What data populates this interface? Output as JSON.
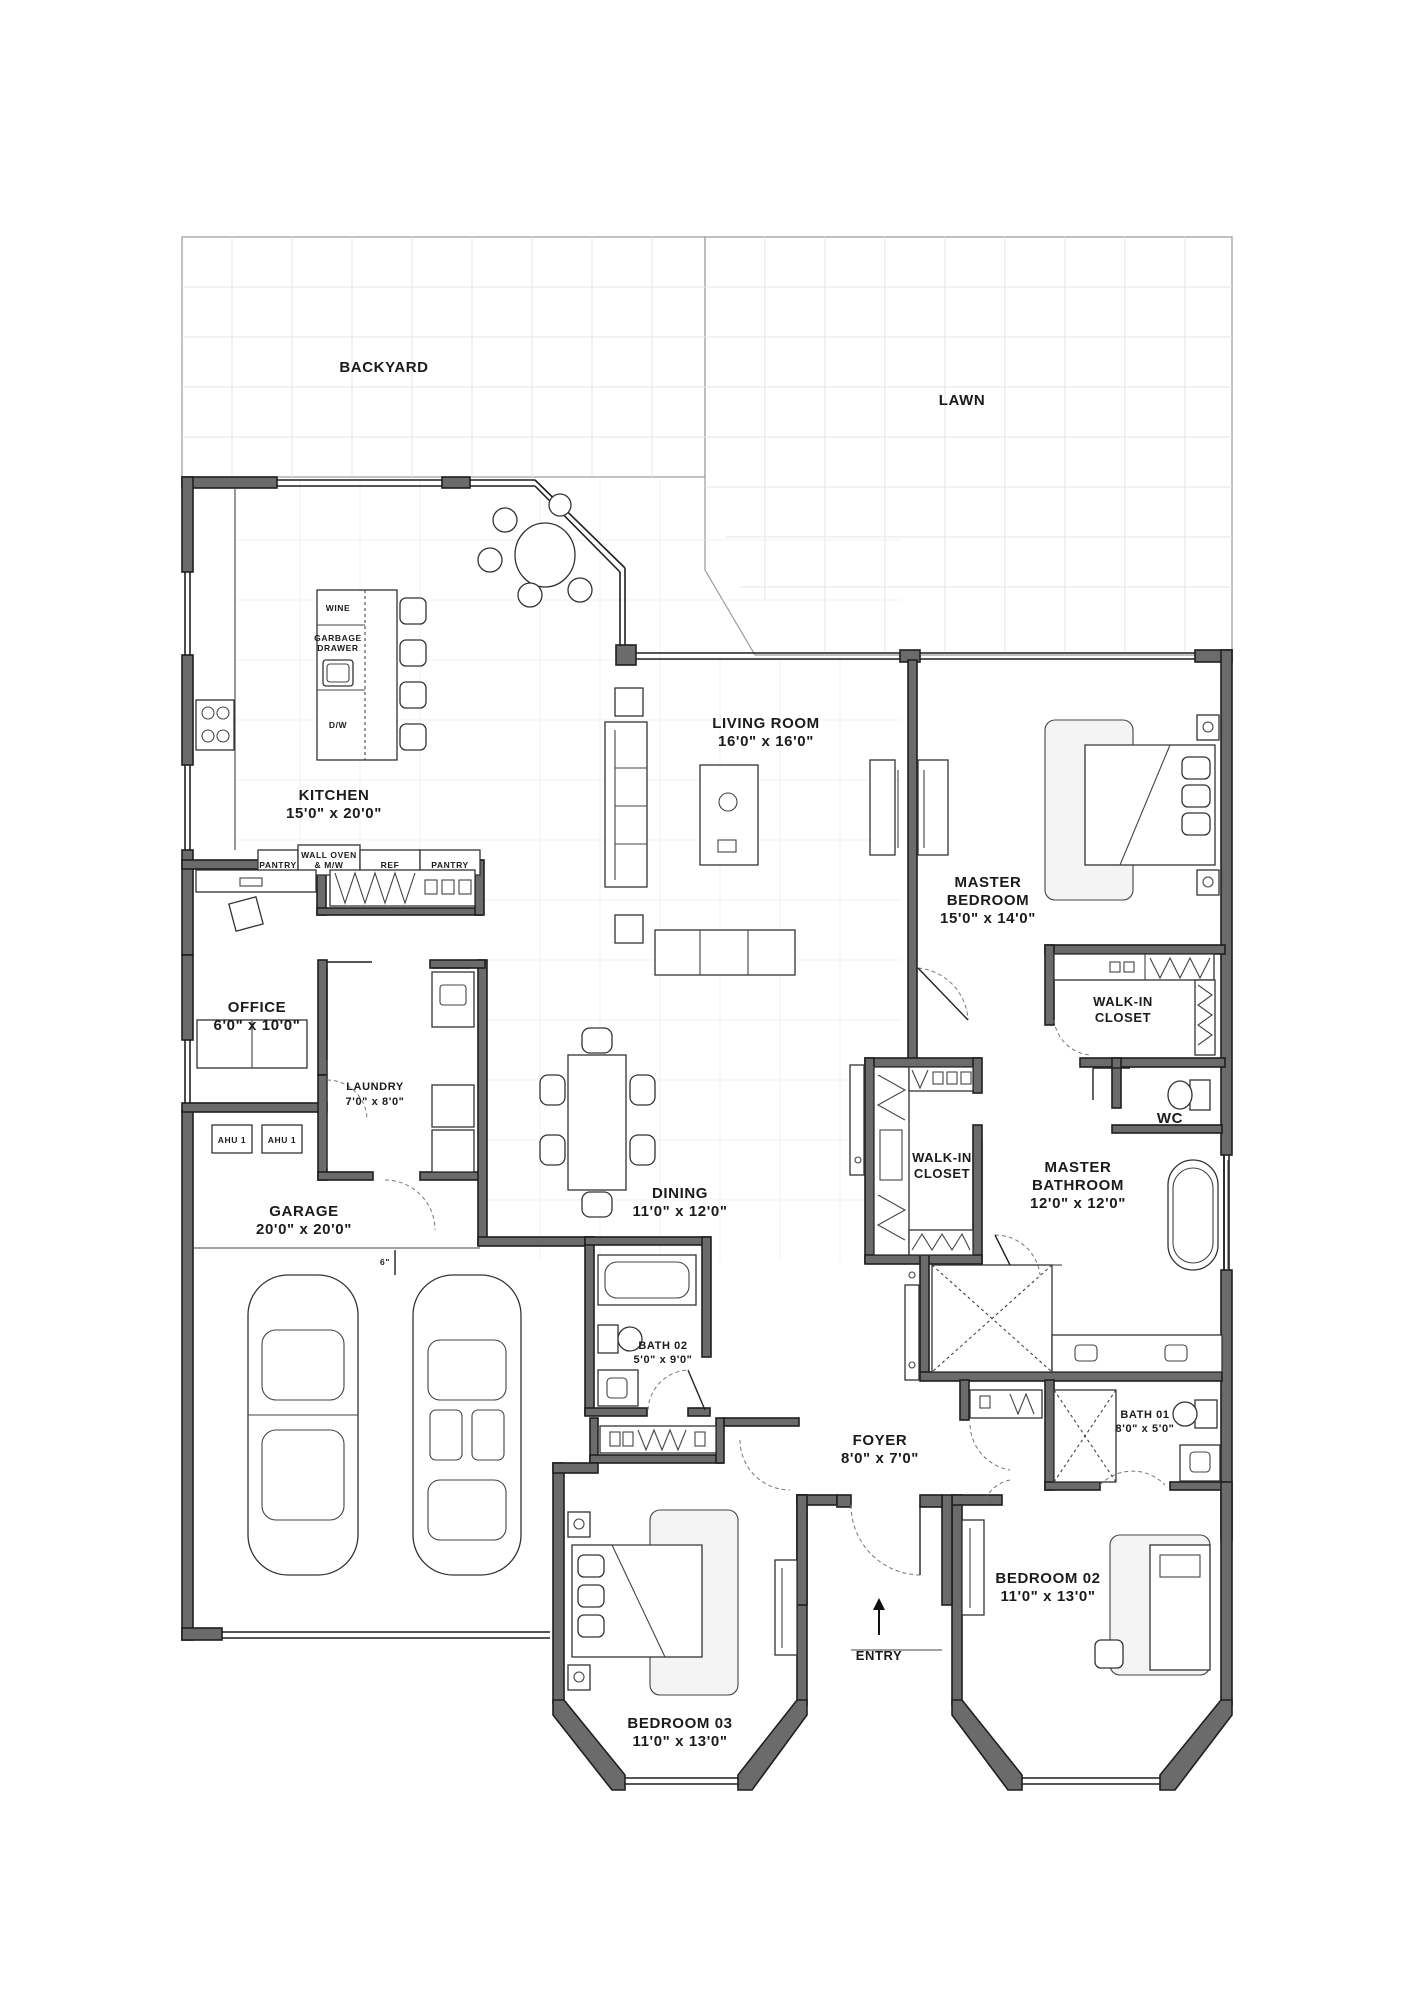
{
  "rooms": {
    "backyard": {
      "name": "BACKYARD"
    },
    "lawn": {
      "name": "LAWN"
    },
    "kitchen": {
      "name": "KITCHEN",
      "size": "15'0\" x 20'0\""
    },
    "living_room": {
      "name": "LIVING ROOM",
      "size": "16'0\" x 16'0\""
    },
    "master_bedroom": {
      "name_line1": "MASTER",
      "name_line2": "BEDROOM",
      "size": "15'0\" x 14'0\""
    },
    "office": {
      "name": "OFFICE",
      "size": "6'0\" x 10'0\""
    },
    "laundry": {
      "name": "LAUNDRY",
      "size": "7'0\" x 8'0\""
    },
    "walk_in_closet_master": {
      "name_line1": "WALK-IN",
      "name_line2": "CLOSET"
    },
    "wc": {
      "name": "WC"
    },
    "walk_in_closet_hall": {
      "name_line1": "WALK-IN",
      "name_line2": "CLOSET"
    },
    "master_bathroom": {
      "name_line1": "MASTER",
      "name_line2": "BATHROOM",
      "size": "12'0\" x 12'0\""
    },
    "garage": {
      "name": "GARAGE",
      "size": "20'0\" x 20'0\""
    },
    "dining": {
      "name": "DINING",
      "size": "11'0\" x 12'0\""
    },
    "bath_02": {
      "name": "BATH 02",
      "size": "5'0\" x 9'0\""
    },
    "foyer": {
      "name": "FOYER",
      "size": "8'0\" x 7'0\""
    },
    "bath_01": {
      "name": "BATH 01",
      "size": "8'0\" x 5'0\""
    },
    "bedroom_02": {
      "name": "BEDROOM 02",
      "size": "11'0\" x 13'0\""
    },
    "bedroom_03": {
      "name": "BEDROOM 03",
      "size": "11'0\" x 13'0\""
    }
  },
  "fixtures": {
    "wine": "WINE",
    "garbage_line1": "GARBAGE",
    "garbage_line2": "DRAWER",
    "dishwasher": "D/W",
    "pantry_left": "PANTRY",
    "wall_oven_line1": "WALL OVEN",
    "wall_oven_line2": "& M/W",
    "ref": "REF",
    "pantry_right": "PANTRY",
    "ahu_1a": "AHU 1",
    "ahu_1b": "AHU 1",
    "garage_step": "6\""
  },
  "entry": {
    "label": "ENTRY"
  }
}
